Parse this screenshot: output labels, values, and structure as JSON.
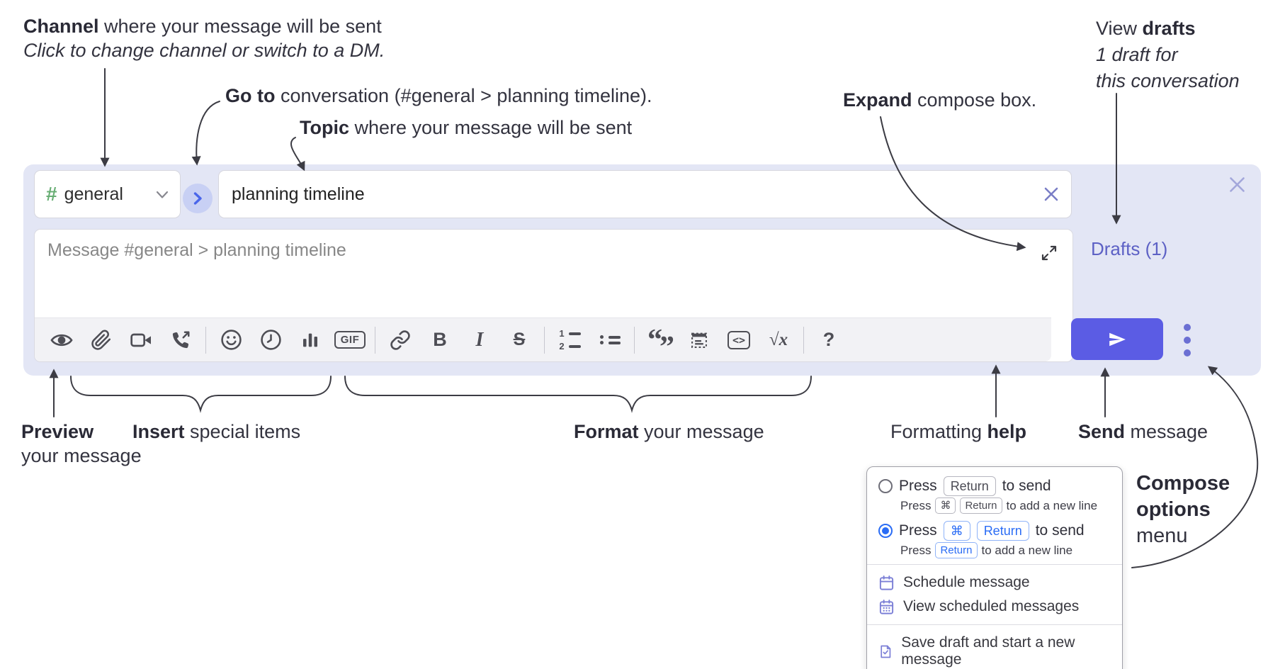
{
  "annotations": {
    "channel": {
      "bold": "Channel",
      "rest": " where your message will be sent",
      "sub_italic": "Click to change channel or switch to a DM."
    },
    "go_to": {
      "bold": "Go to",
      "rest": " conversation (#general > planning timeline)."
    },
    "topic": {
      "bold": "Topic",
      "rest": " where your message will be sent"
    },
    "expand": {
      "bold": "Expand",
      "rest": " compose box."
    },
    "view_drafts": {
      "pre": "View ",
      "bold": "drafts",
      "line2_italic": "1 draft for",
      "line3_italic": "this conversation"
    },
    "preview": {
      "bold": "Preview",
      "line2": "your message"
    },
    "insert": {
      "bold": "Insert",
      "rest": " special items"
    },
    "format": {
      "bold": "Format",
      "rest": " your message"
    },
    "formatting_help": {
      "pre": "Formatting ",
      "bold": "help"
    },
    "send": {
      "bold": "Send",
      "rest": " message"
    },
    "compose_options": {
      "line1_bold": "Compose",
      "line2_bold": "options",
      "line3": "menu"
    }
  },
  "compose": {
    "channel_hash": "#",
    "channel_name": "general",
    "topic_value": "planning timeline",
    "message_placeholder": "Message #general > planning timeline",
    "drafts_link": "Drafts (1)"
  },
  "toolbar": {
    "icons": [
      "preview",
      "attach-file",
      "video-call",
      "audio-call",
      "emoji",
      "add-global-time",
      "poll",
      "gif",
      "link",
      "bold",
      "italic",
      "strikethrough",
      "numbered-list",
      "bulleted-list",
      "quote",
      "spoiler",
      "code",
      "math",
      "help"
    ],
    "gif_label": "GIF",
    "bold_glyph": "B",
    "italic_glyph": "I",
    "strike_glyph": "S",
    "code_glyph": "<>",
    "math_root": "√",
    "math_var": "x",
    "help_glyph": "?",
    "quote_open": "“",
    "quote_close": "”",
    "ol_digit1": "1",
    "ol_digit2": "2"
  },
  "options_menu": {
    "option_enter_send": {
      "press": "Press",
      "key": "Return",
      "after": "to send",
      "sub_press": "Press",
      "sub_key1": "⌘",
      "sub_key2": "Return",
      "sub_after": "to add a new line",
      "selected": false
    },
    "option_cmd_send": {
      "press": "Press",
      "key1": "⌘",
      "key2": "Return",
      "after": "to send",
      "sub_press": "Press",
      "sub_key": "Return",
      "sub_after": "to add a new line",
      "selected": true
    },
    "items": [
      {
        "icon": "calendar",
        "label": "Schedule message"
      },
      {
        "icon": "calendar-days",
        "label": "View scheduled messages"
      },
      {
        "icon": "save-draft",
        "label": "Save draft and start a new message"
      }
    ]
  },
  "colors": {
    "compose_bg": "#e3e6f5",
    "send_button": "#5b5ce4",
    "drafts_link": "#5d61c5",
    "channel_hash_green": "#68ae74",
    "goto_chevron_blue": "#4a66ea",
    "radio_selected_blue": "#2a6cf5",
    "menu_icon_purple": "#7b7fd6"
  }
}
